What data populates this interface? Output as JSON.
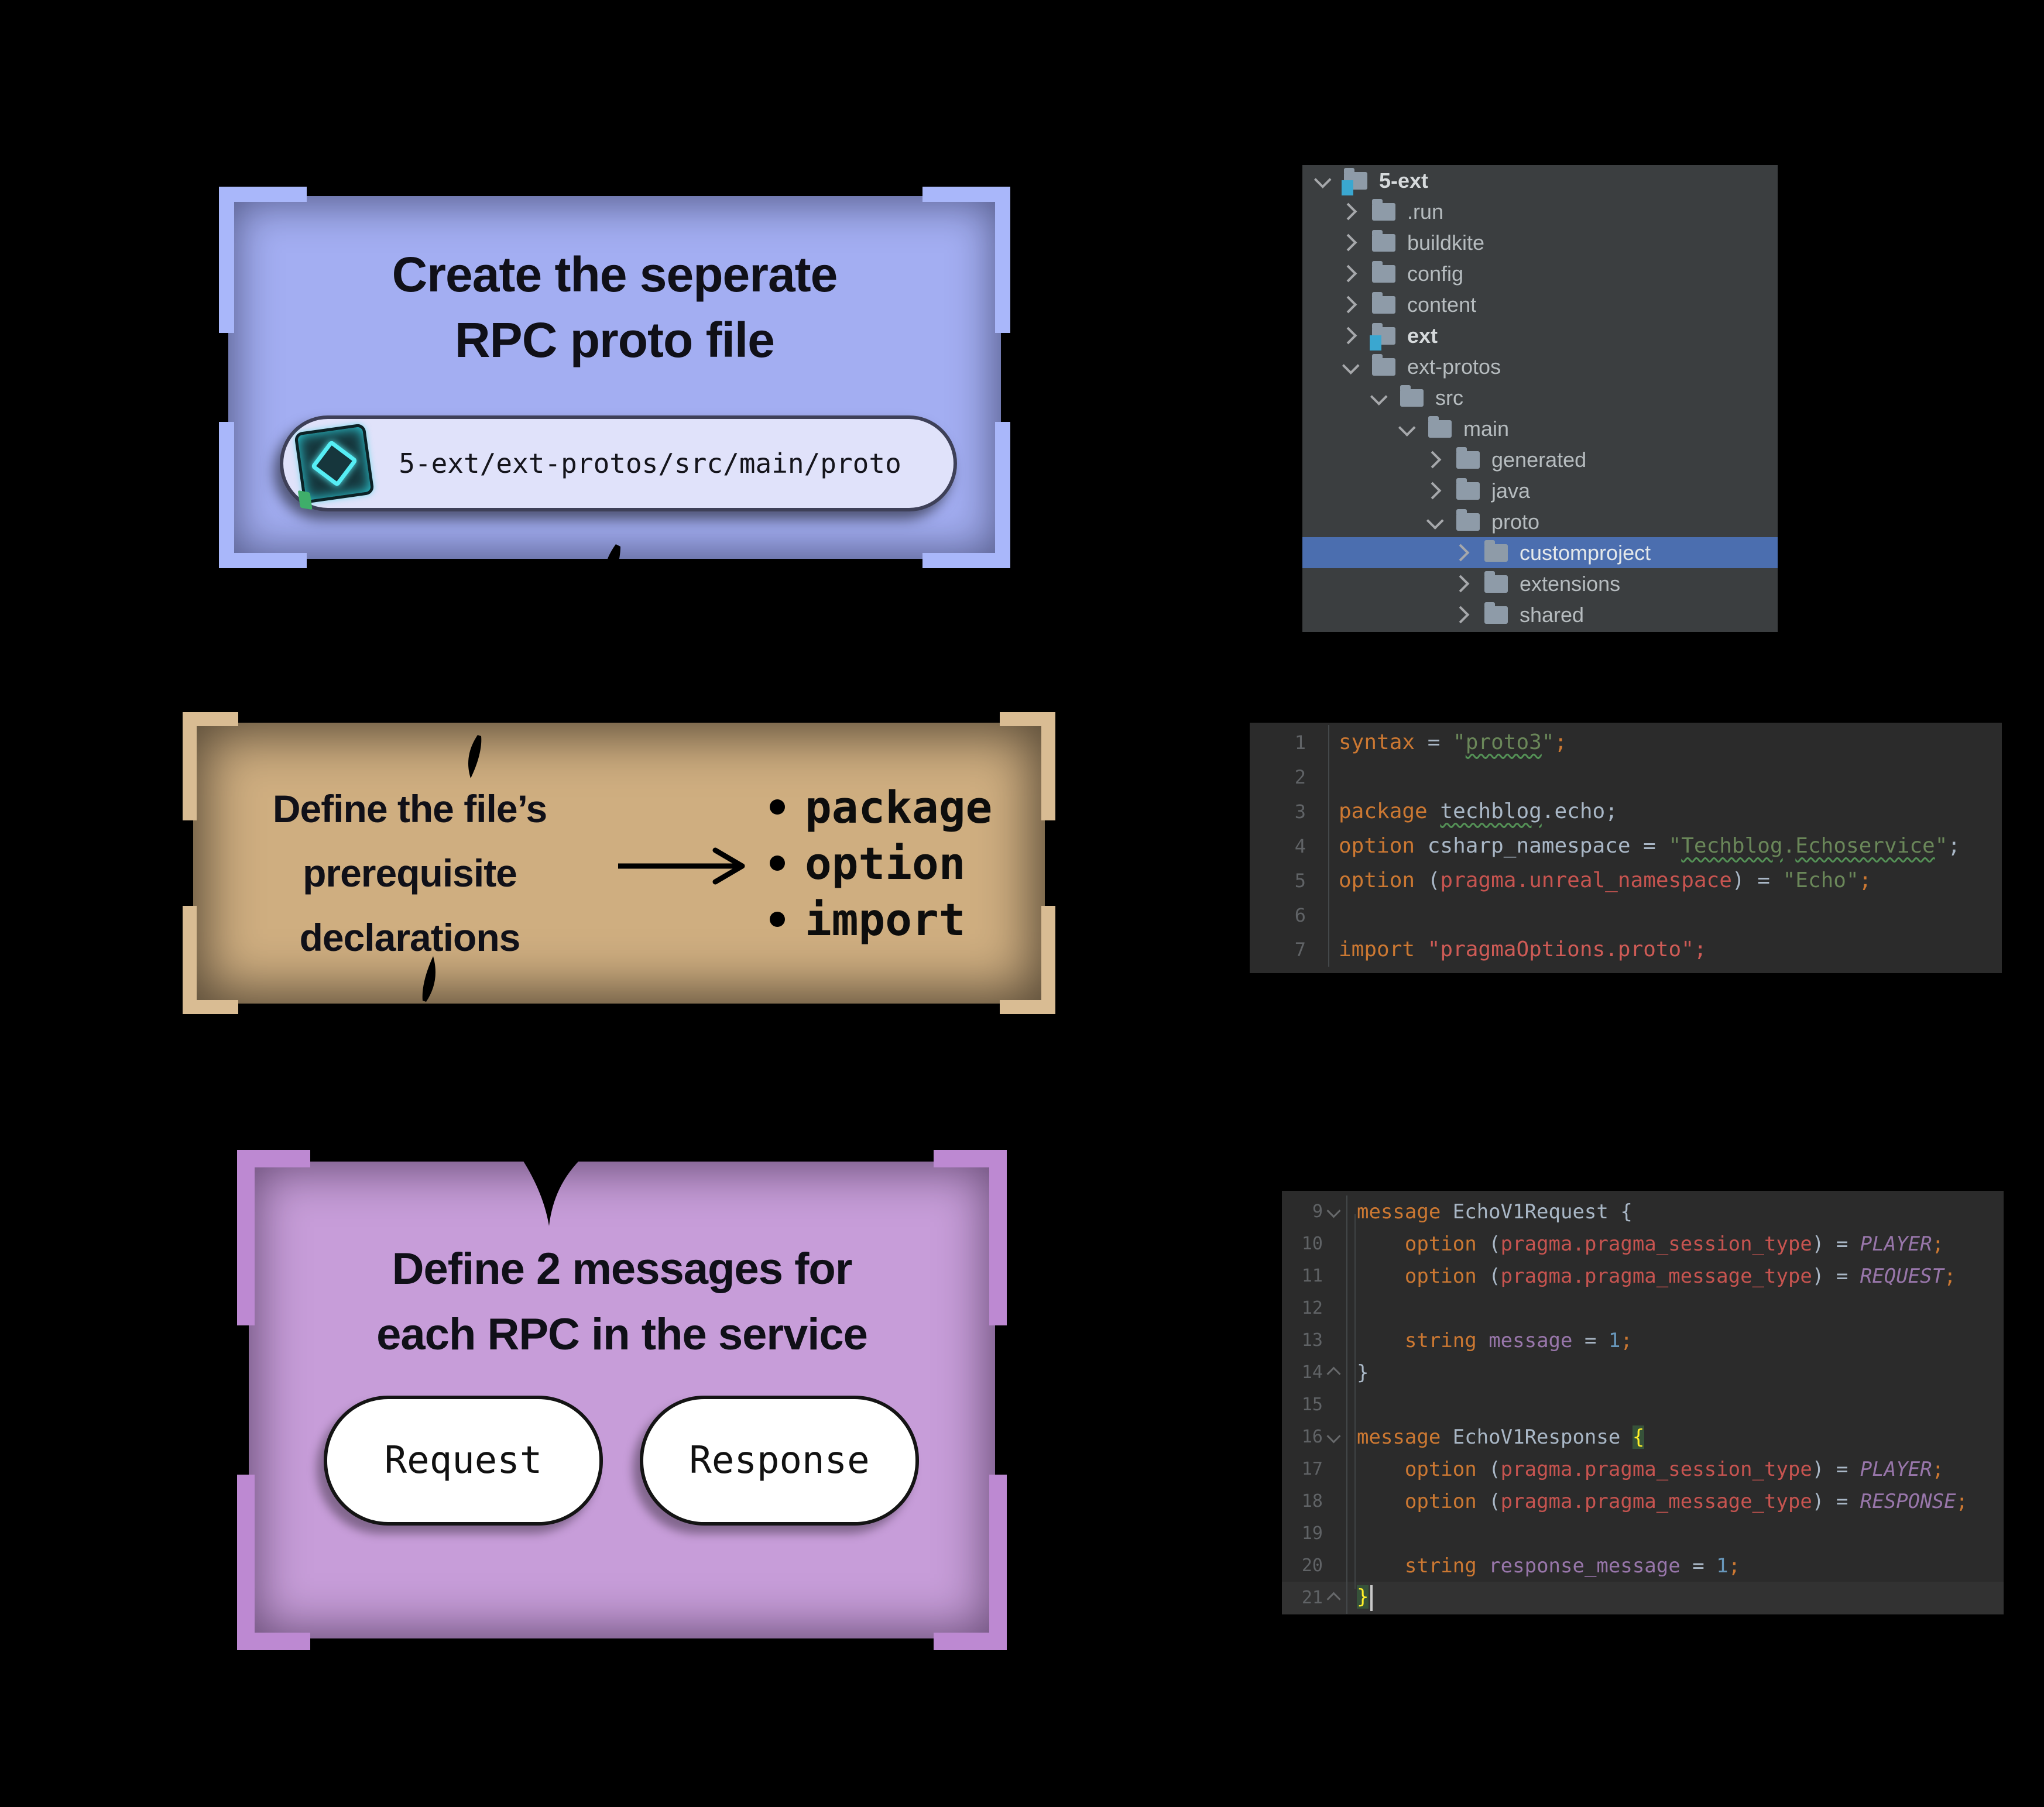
{
  "steps": [
    {
      "title_lines": [
        "Create the seperate",
        "RPC proto file"
      ],
      "path_label": "5-ext/ext-protos/src/main/proto",
      "icon": "spellbook-icon"
    },
    {
      "title_lines": [
        "Define the file’s",
        "prerequisite",
        "declarations"
      ],
      "bullets": [
        "package",
        "option",
        "import"
      ]
    },
    {
      "title_lines": [
        "Define 2 messages for",
        "each RPC in the service"
      ],
      "pills": [
        "Request",
        "Response"
      ]
    }
  ],
  "file_tree": {
    "items": [
      {
        "label": "5-ext",
        "level": 0,
        "chevron": "open",
        "bold": true,
        "badge": true,
        "selected": false
      },
      {
        "label": ".run",
        "level": 1,
        "chevron": "closed",
        "bold": false,
        "badge": false,
        "selected": false
      },
      {
        "label": "buildkite",
        "level": 1,
        "chevron": "closed",
        "bold": false,
        "badge": false,
        "selected": false
      },
      {
        "label": "config",
        "level": 1,
        "chevron": "closed",
        "bold": false,
        "badge": false,
        "selected": false
      },
      {
        "label": "content",
        "level": 1,
        "chevron": "closed",
        "bold": false,
        "badge": false,
        "selected": false
      },
      {
        "label": "ext",
        "level": 1,
        "chevron": "closed",
        "bold": true,
        "badge": true,
        "selected": false
      },
      {
        "label": "ext-protos",
        "level": 1,
        "chevron": "open",
        "bold": false,
        "badge": false,
        "selected": false
      },
      {
        "label": "src",
        "level": 2,
        "chevron": "open",
        "bold": false,
        "badge": false,
        "selected": false
      },
      {
        "label": "main",
        "level": 3,
        "chevron": "open",
        "bold": false,
        "badge": false,
        "selected": false
      },
      {
        "label": "generated",
        "level": 4,
        "chevron": "closed",
        "bold": false,
        "badge": false,
        "selected": false
      },
      {
        "label": "java",
        "level": 4,
        "chevron": "closed",
        "bold": false,
        "badge": false,
        "selected": false
      },
      {
        "label": "proto",
        "level": 4,
        "chevron": "open",
        "bold": false,
        "badge": false,
        "selected": false
      },
      {
        "label": "customproject",
        "level": 5,
        "chevron": "closed",
        "bold": false,
        "badge": false,
        "selected": true
      },
      {
        "label": "extensions",
        "level": 5,
        "chevron": "closed",
        "bold": false,
        "badge": false,
        "selected": false
      },
      {
        "label": "shared",
        "level": 5,
        "chevron": "closed",
        "bold": false,
        "badge": false,
        "selected": false
      }
    ]
  },
  "editors": [
    {
      "name": "proto-header-editor",
      "lines": [
        {
          "num": "1",
          "tokens": [
            [
              "syntax",
              "kw"
            ],
            [
              " = ",
              "pln"
            ],
            [
              "\"",
              "str"
            ],
            [
              "proto3",
              "str sq"
            ],
            [
              "\"",
              "str"
            ],
            [
              ";",
              "kw"
            ]
          ]
        },
        {
          "num": "2",
          "tokens": []
        },
        {
          "num": "3",
          "tokens": [
            [
              "package",
              "kw"
            ],
            [
              " ",
              "pln"
            ],
            [
              "techblog",
              "pln sq"
            ],
            [
              ".echo",
              "pln"
            ],
            [
              ";",
              "pln"
            ]
          ]
        },
        {
          "num": "4",
          "tokens": [
            [
              "option",
              "kw"
            ],
            [
              " csharp_namespace = ",
              "pln"
            ],
            [
              "\"",
              "str"
            ],
            [
              "Techblog",
              "str sq"
            ],
            [
              ".",
              "str"
            ],
            [
              "Echoservice",
              "str sq"
            ],
            [
              "\"",
              "str"
            ],
            [
              ";",
              "pln"
            ]
          ]
        },
        {
          "num": "5",
          "tokens": [
            [
              "option",
              "kw"
            ],
            [
              " (",
              "pln"
            ],
            [
              "pragma.unreal_namespace",
              "ref"
            ],
            [
              ") = ",
              "pln"
            ],
            [
              "\"Echo\"",
              "str"
            ],
            [
              ";",
              "kw"
            ]
          ]
        },
        {
          "num": "6",
          "tokens": []
        },
        {
          "num": "7",
          "tokens": [
            [
              "import",
              "kw"
            ],
            [
              " ",
              "pln"
            ],
            [
              "\"pragmaOptions.proto\";",
              "err"
            ]
          ]
        }
      ]
    },
    {
      "name": "proto-messages-editor",
      "lines": [
        {
          "num": "9",
          "fold": "start",
          "tokens": [
            [
              "message",
              "kw"
            ],
            [
              " EchoV1Request ",
              "pln"
            ],
            [
              "{",
              "pln"
            ]
          ]
        },
        {
          "num": "10",
          "tokens": [
            [
              "    ",
              "pln"
            ],
            [
              "option",
              "kw"
            ],
            [
              " (",
              "pln"
            ],
            [
              "pragma.pragma_session_type",
              "ref"
            ],
            [
              ") = ",
              "pln"
            ],
            [
              "PLAYER",
              "enum"
            ],
            [
              ";",
              "kw"
            ]
          ]
        },
        {
          "num": "11",
          "tokens": [
            [
              "    ",
              "pln"
            ],
            [
              "option",
              "kw"
            ],
            [
              " (",
              "pln"
            ],
            [
              "pragma.pragma_message_type",
              "ref"
            ],
            [
              ") = ",
              "pln"
            ],
            [
              "REQUEST",
              "enum"
            ],
            [
              ";",
              "kw"
            ]
          ]
        },
        {
          "num": "12",
          "tokens": []
        },
        {
          "num": "13",
          "tokens": [
            [
              "    ",
              "pln"
            ],
            [
              "string",
              "kw"
            ],
            [
              " ",
              "pln"
            ],
            [
              "message",
              "fld"
            ],
            [
              " = ",
              "pln"
            ],
            [
              "1",
              "num"
            ],
            [
              ";",
              "kw"
            ]
          ]
        },
        {
          "num": "14",
          "fold": "end",
          "tokens": [
            [
              "}",
              "pln"
            ]
          ]
        },
        {
          "num": "15",
          "tokens": []
        },
        {
          "num": "16",
          "fold": "start",
          "tokens": [
            [
              "message",
              "kw"
            ],
            [
              " EchoV1Response ",
              "pln"
            ],
            [
              "{",
              "brc"
            ]
          ]
        },
        {
          "num": "17",
          "tokens": [
            [
              "    ",
              "pln"
            ],
            [
              "option",
              "kw"
            ],
            [
              " (",
              "pln"
            ],
            [
              "pragma.pragma_session_type",
              "ref"
            ],
            [
              ") = ",
              "pln"
            ],
            [
              "PLAYER",
              "enum"
            ],
            [
              ";",
              "kw"
            ]
          ]
        },
        {
          "num": "18",
          "tokens": [
            [
              "    ",
              "pln"
            ],
            [
              "option",
              "kw"
            ],
            [
              " (",
              "pln"
            ],
            [
              "pragma.pragma_message_type",
              "ref"
            ],
            [
              ") = ",
              "pln"
            ],
            [
              "RESPONSE",
              "enum"
            ],
            [
              ";",
              "kw"
            ]
          ]
        },
        {
          "num": "19",
          "tokens": []
        },
        {
          "num": "20",
          "tokens": [
            [
              "    ",
              "pln"
            ],
            [
              "string",
              "kw"
            ],
            [
              " ",
              "pln"
            ],
            [
              "response_message",
              "fld"
            ],
            [
              " = ",
              "pln"
            ],
            [
              "1",
              "num"
            ],
            [
              ";",
              "kw"
            ]
          ]
        },
        {
          "num": "21",
          "fold": "end",
          "active": true,
          "caret": true,
          "tokens": [
            [
              "}",
              "brc"
            ]
          ]
        }
      ]
    }
  ],
  "colors": {
    "background": "#000000",
    "card_create_fill": "#a3aef2",
    "card_create_bracket": "#a9b7fa",
    "card_declare_fill": "#cfae80",
    "card_declare_bracket": "#d9bc93",
    "card_messages_fill": "#c79dd9",
    "card_messages_bracket": "#bd89d2",
    "tree_background": "#3b3e40",
    "tree_selection": "#4b6eaf",
    "editor_background": "#2b2b2b",
    "code_keyword": "#cc7832",
    "code_string": "#6a8759",
    "code_plain": "#a9b7c6",
    "code_reference_error": "#c75450",
    "code_unresolved": "#cf5b56",
    "code_enum": "#9876aa",
    "code_field": "#9876aa",
    "code_number": "#6897bb",
    "line_number": "#606366",
    "brace_match_fg": "#ffef28",
    "brace_match_bg": "#365239"
  }
}
